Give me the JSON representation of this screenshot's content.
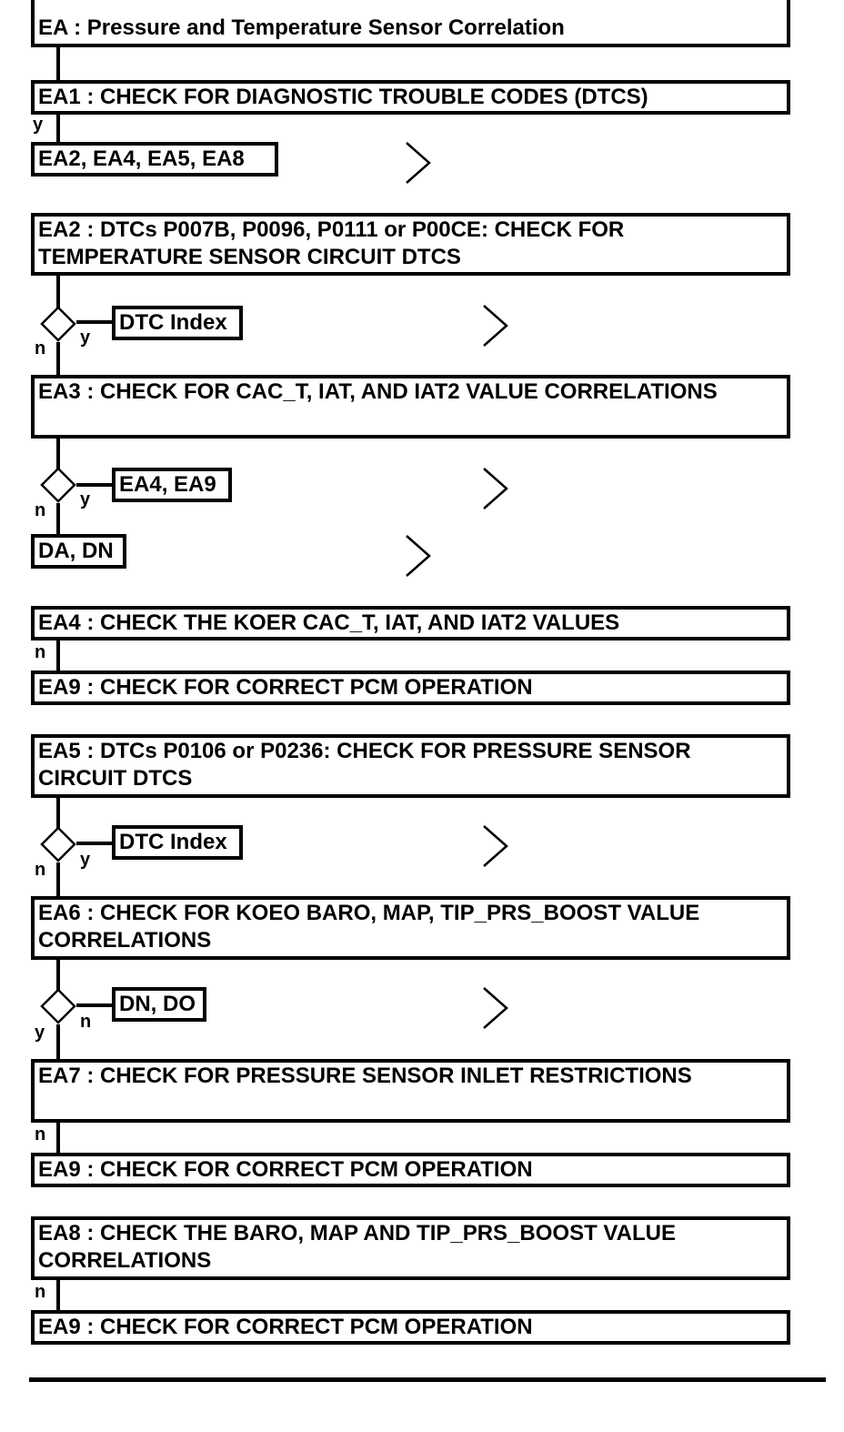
{
  "title": "EA : Pressure and Temperature Sensor Correlation",
  "steps": {
    "ea1": "EA1 : CHECK FOR DIAGNOSTIC TROUBLE CODES (DTCS)",
    "ea1_link": "EA2, EA4, EA5, EA8",
    "ea2": "EA2 : DTCs P007B, P0096, P0111 or P00CE: CHECK FOR TEMPERATURE SENSOR CIRCUIT DTCS",
    "ea2_link": "DTC Index",
    "ea3": "EA3 : CHECK FOR CAC_T, IAT, AND IAT2 VALUE CORRELATIONS",
    "ea3_link": "EA4, EA9",
    "ea3_no_link": "DA, DN",
    "ea4": "EA4 : CHECK THE KOER CAC_T, IAT, AND IAT2 VALUES",
    "ea9_a": "EA9 : CHECK FOR CORRECT PCM OPERATION",
    "ea5": "EA5 : DTCs P0106 or P0236: CHECK FOR PRESSURE SENSOR CIRCUIT DTCS",
    "ea5_link": "DTC Index",
    "ea6": "EA6 : CHECK FOR KOEO BARO, MAP, TIP_PRS_BOOST VALUE CORRELATIONS",
    "ea6_link": "DN, DO",
    "ea7": "EA7 : CHECK FOR PRESSURE SENSOR INLET RESTRICTIONS",
    "ea9_b": "EA9 : CHECK FOR CORRECT PCM OPERATION",
    "ea8": "EA8 : CHECK THE BARO, MAP AND TIP_PRS_BOOST VALUE CORRELATIONS",
    "ea9_c": "EA9 : CHECK FOR CORRECT PCM OPERATION"
  },
  "labels": {
    "yes": "y",
    "no": "n"
  }
}
